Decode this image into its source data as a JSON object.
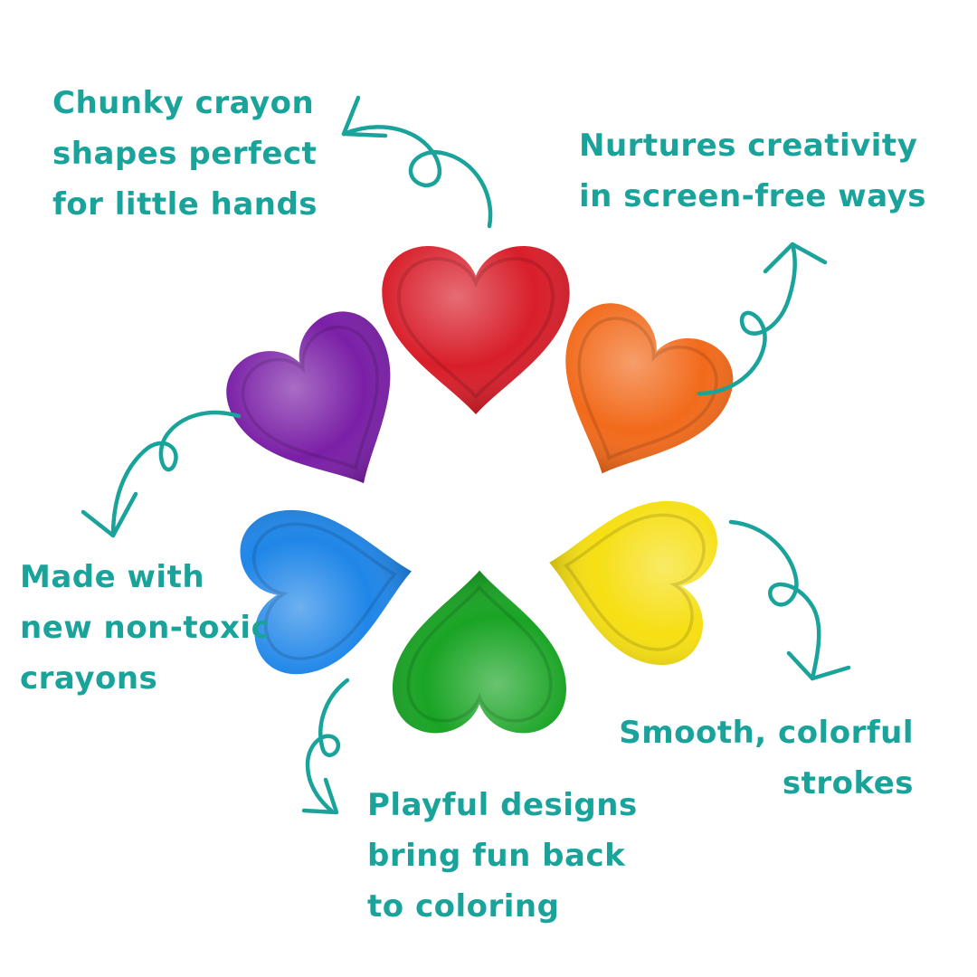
{
  "colors": {
    "accent": "#1aa39a",
    "red": "#d81e2a",
    "orange": "#f26a1b",
    "yellow": "#f6df13",
    "green": "#19a424",
    "blue": "#1f86e8",
    "purple": "#7a1fa6"
  },
  "features": [
    {
      "lines": [
        "Chunky crayon",
        "shapes perfect",
        "for little hands"
      ]
    },
    {
      "lines": [
        "Nurtures creativity",
        "in screen-free ways"
      ]
    },
    {
      "lines": [
        "Made with",
        "new non-toxic",
        "crayons"
      ]
    },
    {
      "lines": [
        "Smooth, colorful",
        "strokes"
      ]
    },
    {
      "lines": [
        "Playful designs",
        "bring fun back",
        "to coloring"
      ]
    }
  ],
  "crayons": [
    {
      "color_name": "red",
      "color": "#d81e2a"
    },
    {
      "color_name": "orange",
      "color": "#f26a1b"
    },
    {
      "color_name": "yellow",
      "color": "#f6df13"
    },
    {
      "color_name": "green",
      "color": "#19a424"
    },
    {
      "color_name": "blue",
      "color": "#1f86e8"
    },
    {
      "color_name": "purple",
      "color": "#7a1fa6"
    }
  ],
  "arrows": [
    {
      "icon": "curly-arrow-icon",
      "target": "feature-chunky-shapes"
    },
    {
      "icon": "curly-arrow-icon",
      "target": "feature-creativity"
    },
    {
      "icon": "curly-arrow-icon",
      "target": "feature-non-toxic"
    },
    {
      "icon": "curly-arrow-icon",
      "target": "feature-smooth-strokes"
    },
    {
      "icon": "curly-arrow-icon",
      "target": "feature-playful-designs"
    }
  ]
}
